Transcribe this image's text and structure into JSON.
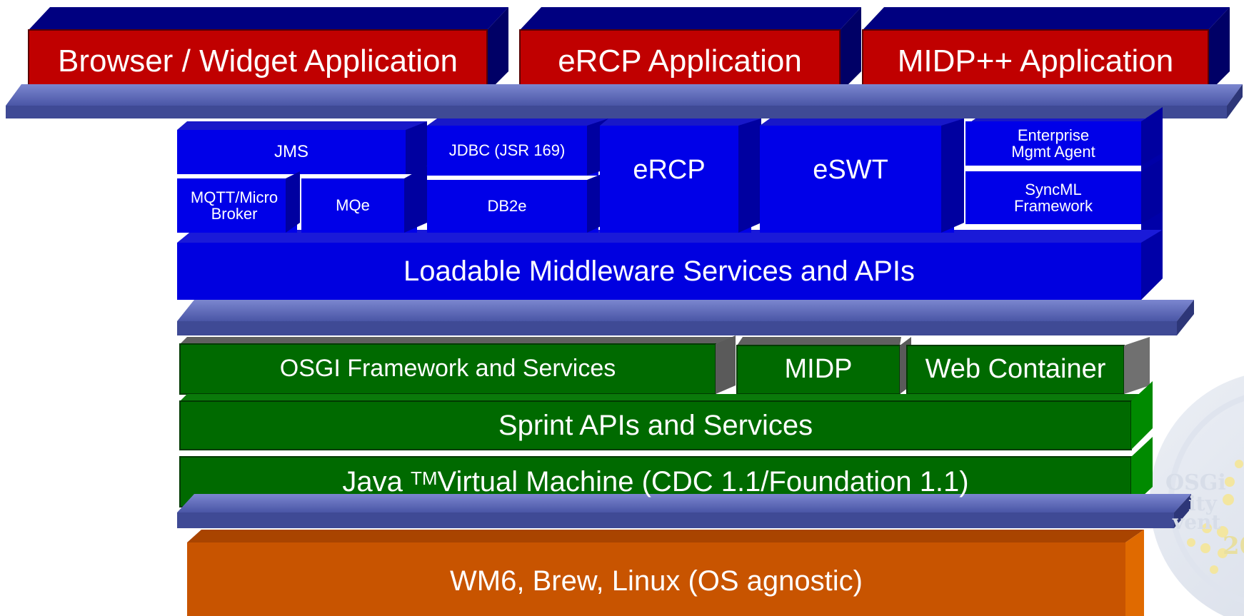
{
  "applications": [
    {
      "label": "Browser / Widget Application"
    },
    {
      "label": "eRCP Application"
    },
    {
      "label": "MIDP++ Application"
    }
  ],
  "middleware": {
    "jms": "JMS",
    "jdbc": "JDBC (JSR 169)",
    "db2e": "DB2e",
    "mqtt_line1": "MQTT/Micro",
    "mqtt_line2": "Broker",
    "mqe": "MQe",
    "ercp": "eRCP",
    "eswt": "eSWT",
    "enterprise_line1": "Enterprise",
    "enterprise_line2": "Mgmt Agent",
    "syncml_line1": "SyncML",
    "syncml_line2": "Framework",
    "loadable": "Loadable Middleware Services and APIs"
  },
  "runtime": {
    "osgi": "OSGI Framework and Services",
    "midp": "MIDP",
    "web_container": "Web Container",
    "sprint": "Sprint APIs and Services",
    "jvm_prefix": "Java",
    "jvm_tm": "TM",
    "jvm_suffix": " Virtual Machine (CDC 1.1/Foundation 1.1)"
  },
  "os": {
    "label": "WM6, Brew, Linux (OS agnostic)"
  },
  "watermark": {
    "line1": "OSGi",
    "line2": "ity",
    "line3": "vent",
    "year_partial": "20"
  },
  "colors": {
    "app_red": "#c00000",
    "app_dark": "#000066",
    "middleware_blue": "#0000e0",
    "runtime_green": "#006a00",
    "os_orange": "#c85400",
    "platter": "#5a6ab8"
  }
}
